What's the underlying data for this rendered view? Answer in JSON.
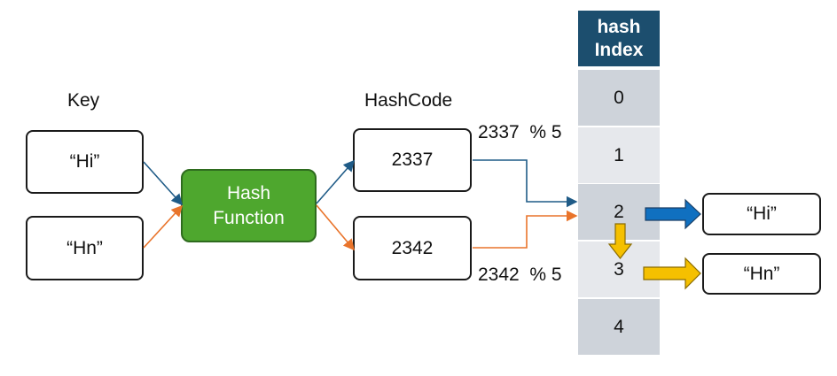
{
  "labels": {
    "key": "Key",
    "hashcode": "HashCode"
  },
  "keys": [
    "“Hi”",
    "“Hn”"
  ],
  "hash_function": {
    "line1": "Hash",
    "line2": "Function"
  },
  "hashcodes": [
    "2337",
    "2342"
  ],
  "modulo": [
    "2337  % 5",
    "2342  % 5"
  ],
  "table": {
    "header_line1": "hash",
    "header_line2": "Index",
    "indices": [
      "0",
      "1",
      "2",
      "3",
      "4"
    ]
  },
  "stored": [
    "“Hi”",
    "“Hn”"
  ],
  "colors": {
    "blue": "#1f5b87",
    "orange": "#e9742b",
    "green": "#4ea72e",
    "header": "#1c4e6e",
    "arrow_blue": "#1070c0",
    "arrow_gold": "#f5c000"
  }
}
